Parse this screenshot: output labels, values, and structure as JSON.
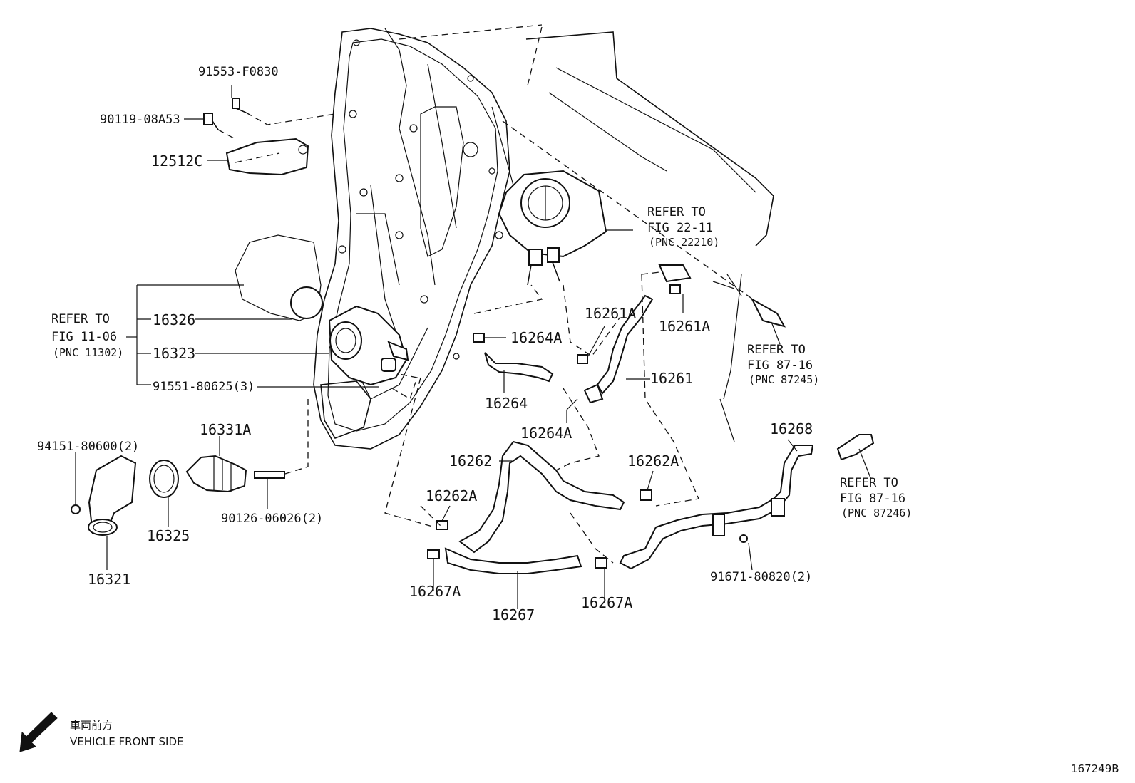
{
  "labels": {
    "p91553": "91553-F0830",
    "p90119": "90119-08A53",
    "p12512c": "12512C",
    "refer_left": "REFER TO",
    "fig_left": "FIG 11-06",
    "pnc_left": "(PNC 11302)",
    "p16326": "16326",
    "p16323": "16323",
    "p91551": "91551-80625(3)",
    "p94151": "94151-80600(2)",
    "p16331a": "16331A",
    "p90126": "90126-06026(2)",
    "p16325": "16325",
    "p16321": "16321",
    "refer_tb": "REFER TO",
    "fig_tb": "FIG 22-11",
    "pnc_tb": "(PNC 22210)",
    "p16264a_1": "16264A",
    "p16264": "16264",
    "p16264a_2": "16264A",
    "p16261a_1": "16261A",
    "p16261a_2": "16261A",
    "p16261": "16261",
    "refer_r1": "REFER TO",
    "fig_r1": "FIG 87-16",
    "pnc_r1": "(PNC 87245)",
    "p16262": "16262",
    "p16262a_1": "16262A",
    "p16262a_2": "16262A",
    "p16268": "16268",
    "refer_r2": "REFER TO",
    "fig_r2": "FIG 87-16",
    "pnc_r2": "(PNC 87246)",
    "p16267a_1": "16267A",
    "p16267": "16267",
    "p16267a_2": "16267A",
    "p91671": "91671-80820(2)",
    "front_jp": "車両前方",
    "front_en": "VEHICLE FRONT SIDE",
    "diagram_no": "167249B"
  }
}
